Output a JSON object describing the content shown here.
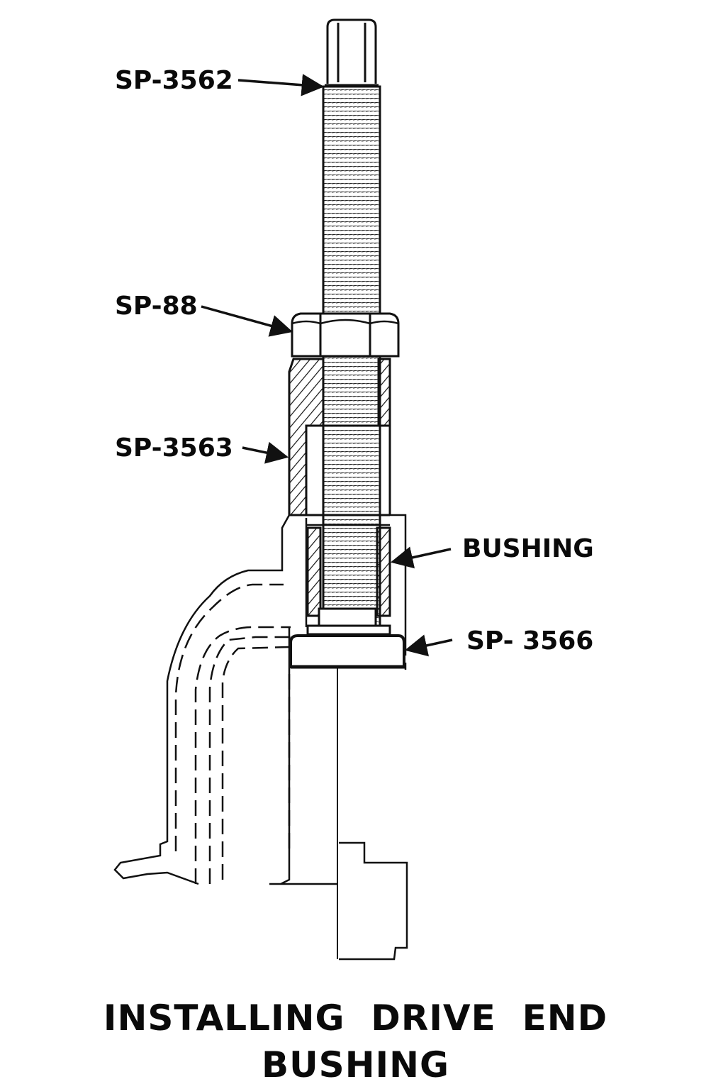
{
  "labels": {
    "sp3562": "SP-3562",
    "sp88": "SP-88",
    "sp3563": "SP-3563",
    "bushing": "BUSHING",
    "sp3566": "SP- 3566"
  },
  "caption": {
    "line1": "INSTALLING  DRIVE  END",
    "line2": "BUSHING"
  }
}
